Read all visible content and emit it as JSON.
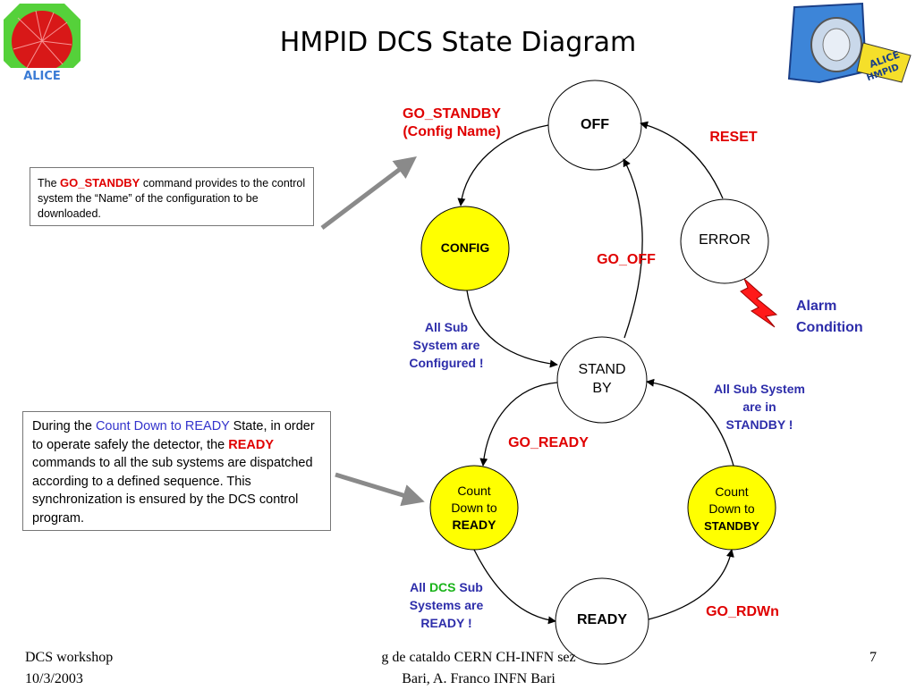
{
  "title": "HMPID DCS State Diagram",
  "states": {
    "off": "OFF",
    "config": "CONFIG",
    "error": "ERROR",
    "standby_line1": "STAND",
    "standby_line2": "BY",
    "cd_ready_line1": "Count",
    "cd_ready_line2": "Down to",
    "cd_ready_line3": "READY",
    "cd_standby_line1": "Count",
    "cd_standby_line2": "Down to",
    "cd_standby_line3": "STANDBY",
    "ready": "READY"
  },
  "transitions": {
    "go_standby_line1": "GO_STANDBY",
    "go_standby_line2": "(Config Name)",
    "reset": "RESET",
    "go_off": "GO_OFF",
    "alarm_line1": "Alarm",
    "alarm_line2": "Condition",
    "all_sub_configured_line1": "All Sub",
    "all_sub_configured_line2": "System are",
    "all_sub_configured_line3": "Configured !",
    "all_sub_standby_line1": "All Sub System",
    "all_sub_standby_line2": "are in",
    "all_sub_standby_line3": "STANDBY !",
    "go_ready": "GO_READY",
    "all_dcs_prefix": "All ",
    "all_dcs_word": "DCS",
    "all_dcs_suffix": " Sub",
    "all_dcs_line2": "Systems are",
    "all_dcs_line3": "READY !",
    "go_rdwn": "GO_RDWn"
  },
  "notes": {
    "standby": {
      "pre": "The ",
      "keyword": "GO_STANDBY",
      "post": " command provides to the control system  the  “Name” of the configuration to be downloaded."
    },
    "countdown": {
      "pre": "During the ",
      "highlight": "Count Down to READY",
      "mid": " State, in order to operate safely the detector, the ",
      "keyword": "READY",
      "post": " commands to all the sub systems are dispatched according to a defined sequence. This synchronization is ensured by the DCS control program."
    }
  },
  "logos": {
    "left_text": "ALICE",
    "right_text_line1": "ALICE",
    "right_text_line2": "HMPID"
  },
  "footer": {
    "left_line1": "DCS workshop",
    "left_line2": "10/3/2003",
    "center_line1": "g de cataldo CERN CH-INFN sez",
    "center_line2": "Bari, A. Franco INFN Bari",
    "page_number": "7"
  },
  "colors": {
    "state_yellow": "#ffff00",
    "transition_red": "#e00000",
    "condition_blue": "#2d2daa",
    "dcs_green": "#19b319",
    "pointer_gray": "#8a8a8a"
  }
}
